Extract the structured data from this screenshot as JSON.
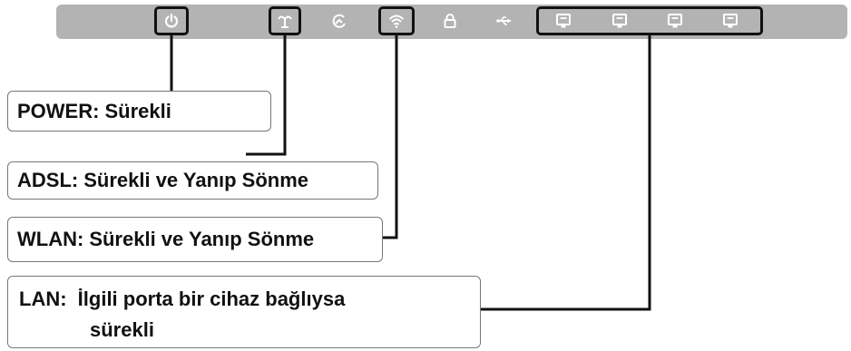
{
  "indicators": [
    {
      "name": "power",
      "label": "POWER:",
      "status": "Sürekli",
      "icon": "power-icon"
    },
    {
      "name": "adsl",
      "label": "ADSL:",
      "status": "Sürekli ve Yanıp Sönme",
      "icon": "adsl-icon"
    },
    {
      "name": "wlan",
      "label": "WLAN:",
      "status": "Sürekli ve Yanıp Sönme",
      "icon": "wifi-icon"
    },
    {
      "name": "lan",
      "label": "LAN:",
      "status_line1": "İlgili porta bir cihaz bağlıysa",
      "status_line2": "sürekli",
      "icon": "lan-port-icon"
    }
  ],
  "other_icons": [
    "internet-icon",
    "lock-icon",
    "usb-icon"
  ],
  "colors": {
    "panel": "#b3b3b3",
    "icon": "#ffffff",
    "outline": "#111111",
    "box_border": "#777777"
  }
}
